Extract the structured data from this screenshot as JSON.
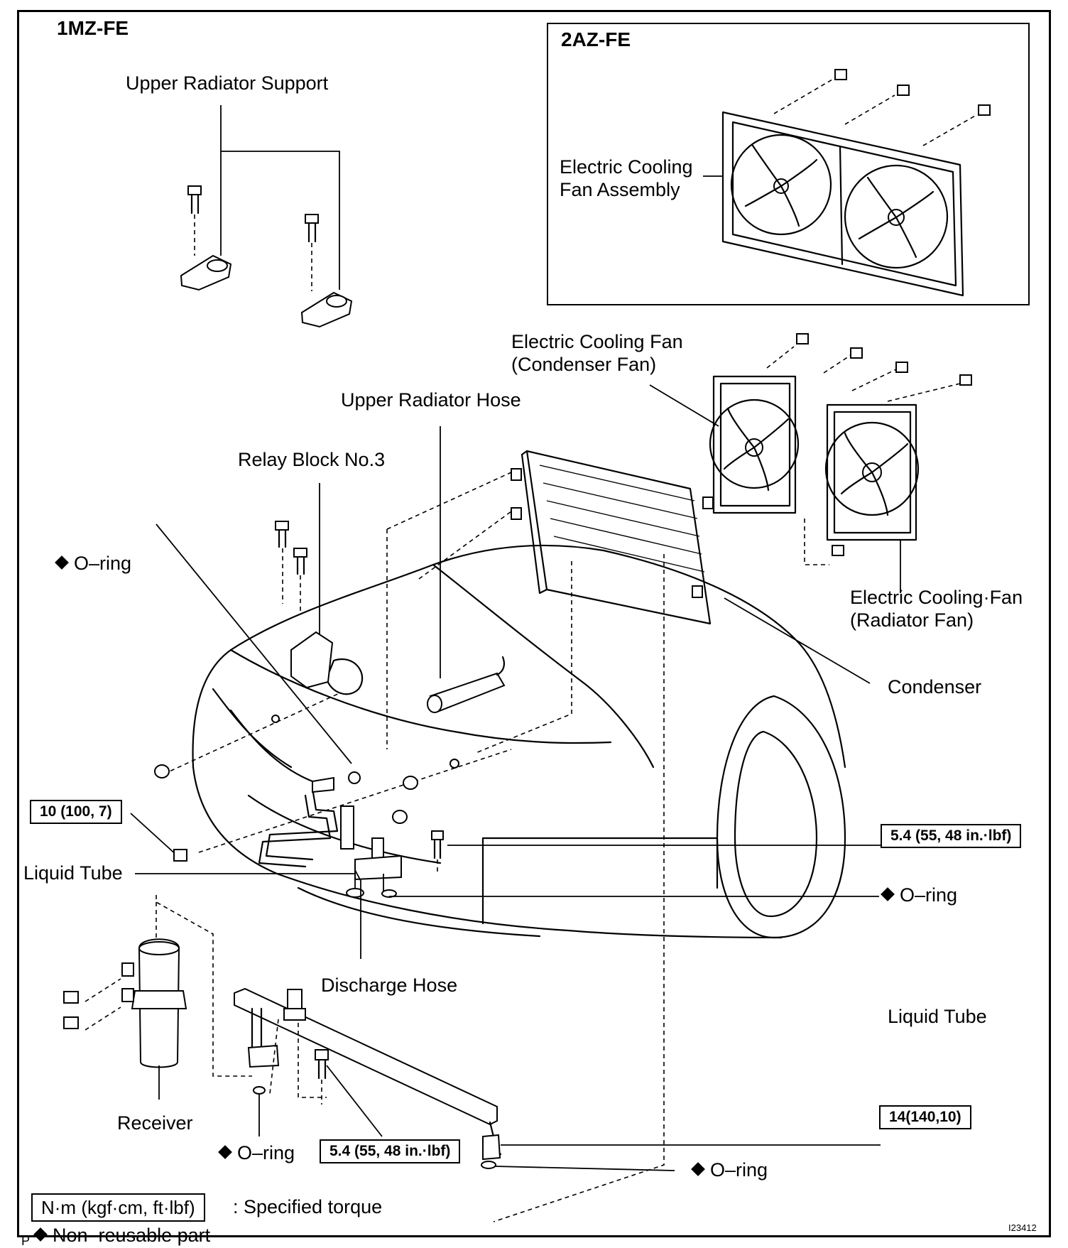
{
  "engine_main": "1MZ-FE",
  "engine_inset": "2AZ-FE",
  "labels": {
    "upper_radiator_support": "Upper Radiator Support",
    "fan_assembly_1": "Electric Cooling",
    "fan_assembly_2": "Fan Assembly",
    "condenser_fan_1": "Electric Cooling Fan",
    "condenser_fan_2": "(Condenser Fan)",
    "upper_radiator_hose": "Upper Radiator Hose",
    "relay_block": "Relay Block No.3",
    "o_ring_1": "O–ring",
    "radiator_fan_1": "Electric Cooling·Fan",
    "radiator_fan_2": "(Radiator Fan)",
    "condenser": "Condenser",
    "liquid_tube_1": "Liquid Tube",
    "o_ring_2": "O–ring",
    "discharge_hose": "Discharge Hose",
    "liquid_tube_2": "Liquid Tube",
    "receiver": "Receiver",
    "o_ring_3": "O–ring",
    "o_ring_4": "O–ring"
  },
  "torques": {
    "t1": "10 (100, 7)",
    "t2": "5.4 (55, 48 in.·lbf)",
    "t3": "5.4 (55, 48 in.·lbf)",
    "t4": "14(140,10)"
  },
  "legend": {
    "torque_unit": "N·m (kgf·cm, ft·lbf)",
    "torque_desc": ": Specified torque",
    "nonreusable": "Non–reusable part"
  },
  "corner_mark": "P",
  "figure_id": "I23412"
}
